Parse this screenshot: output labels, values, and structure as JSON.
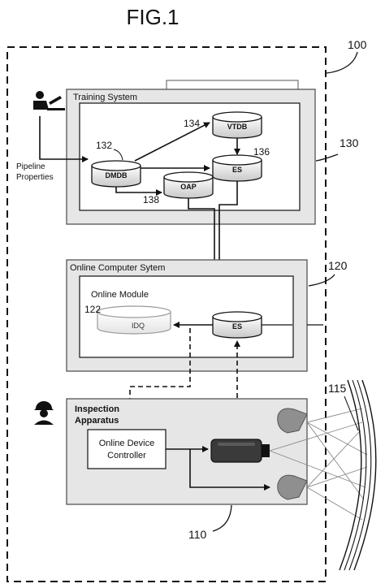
{
  "figure": {
    "title": "FIG.1",
    "ref_100": "100",
    "ref_130": "130",
    "ref_120": "120",
    "ref_110": "110",
    "ref_115": "115"
  },
  "training_system": {
    "title": "Training System",
    "pipeline_label_1": "Pipeline",
    "pipeline_label_2": "Properties",
    "dmdb": {
      "label": "DMDB",
      "ref": "132"
    },
    "vtdb": {
      "label": "VTDB",
      "ref": "134"
    },
    "es": {
      "label": "ES",
      "ref": "136"
    },
    "oap": {
      "label": "OAP",
      "ref": "138"
    }
  },
  "online_system": {
    "title": "Online Computer Sytem",
    "module_title": "Online Module",
    "idq": {
      "label": "IDQ",
      "ref": "122"
    },
    "es": {
      "label": "ES"
    }
  },
  "inspection": {
    "title_1": "Inspection",
    "title_2": "Apparatus",
    "controller_1": "Online Device",
    "controller_2": "Controller"
  },
  "colors": {
    "box_fill": "#e6e6e6",
    "line": "#111111",
    "device_fill": "#3a3a3a",
    "sensor_fill": "#8f8f8f"
  }
}
